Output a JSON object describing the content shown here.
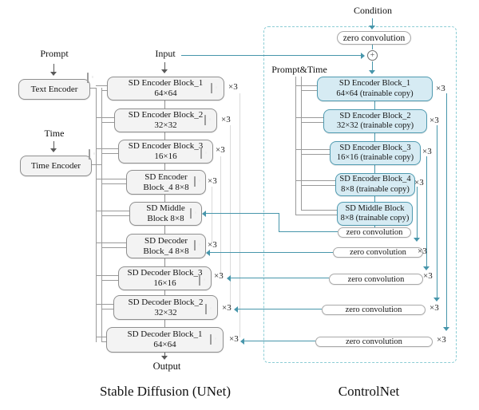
{
  "left_panel": {
    "prompt_label": "Prompt",
    "time_label": "Time",
    "text_encoder": "Text Encoder",
    "time_encoder": "Time Encoder"
  },
  "unet": {
    "title": "Stable Diffusion (UNet)",
    "input_label": "Input",
    "output_label": "Output",
    "blocks": [
      {
        "line1": "SD Encoder Block_1",
        "line2": "64×64"
      },
      {
        "line1": "SD Encoder Block_2",
        "line2": "32×32"
      },
      {
        "line1": "SD Encoder Block_3",
        "line2": "16×16"
      },
      {
        "line1": "SD Encoder",
        "line2": "Block_4 8×8"
      },
      {
        "line1": "SD Middle",
        "line2": "Block 8×8"
      },
      {
        "line1": "SD Decoder",
        "line2": "Block_4 8×8"
      },
      {
        "line1": "SD Decoder Block_3",
        "line2": "16×16"
      },
      {
        "line1": "SD Decoder Block_2",
        "line2": "32×32"
      },
      {
        "line1": "SD Decoder Block_1",
        "line2": "64×64"
      }
    ]
  },
  "controlnet": {
    "title": "ControlNet",
    "condition_label": "Condition",
    "prompt_time_label": "Prompt&Time",
    "zero_convolution": "zero convolution",
    "blocks": [
      {
        "line1": "SD Encoder Block_1",
        "line2": "64×64 (trainable copy)"
      },
      {
        "line1": "SD Encoder Block_2",
        "line2": "32×32 (trainable copy)"
      },
      {
        "line1": "SD Encoder Block_3",
        "line2": "16×16 (trainable copy)"
      },
      {
        "line1": "SD Encoder Block_4",
        "line2": "8×8 (trainable copy)"
      },
      {
        "line1": "SD Middle Block",
        "line2": "8×8 (trainable copy)"
      }
    ]
  },
  "labels": {
    "repeat": "×3",
    "plus": "+"
  },
  "colors": {
    "teal": "#4796ab",
    "dashed_border": "#8ccdd5",
    "blue_fill": "#d6ebf3",
    "blue_border": "#4f9ab0",
    "gray_fill": "#f3f3f3",
    "gray_border": "#8f8f8f"
  }
}
